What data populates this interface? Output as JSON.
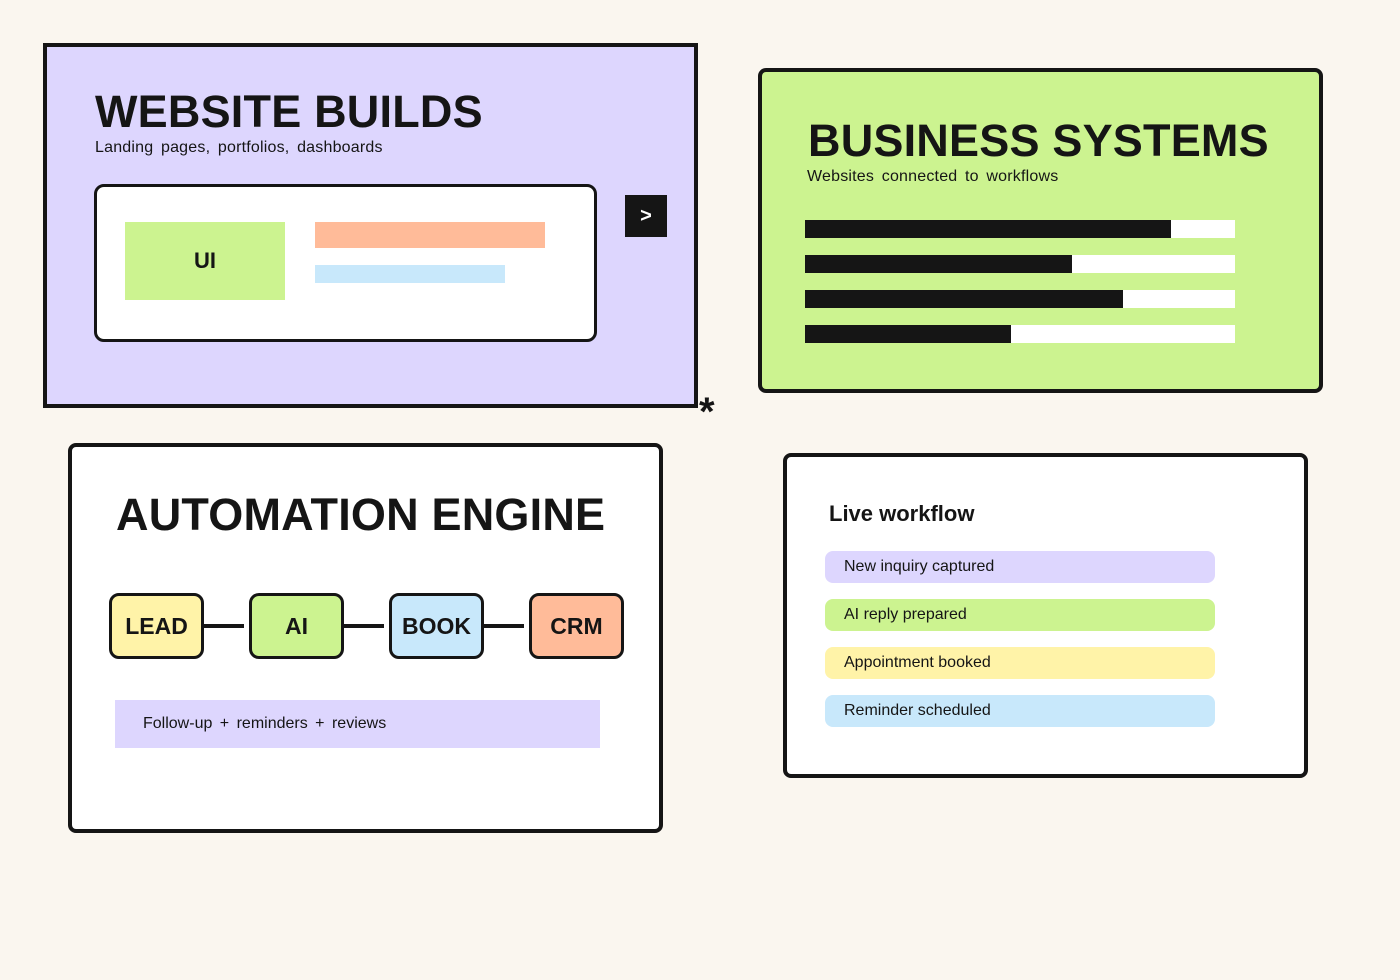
{
  "website_builds": {
    "title": "WEBSITE BUILDS",
    "subtitle": "Landing pages, portfolios, dashboards",
    "mockup": {
      "ui_label": "UI"
    },
    "next_label": ">",
    "accent_mark": "*",
    "colors": {
      "background": "#ddd6fe",
      "ui_block": "#ccf390",
      "peach_bar": "#ffbb99",
      "blue_bar": "#c8e8fb"
    }
  },
  "business_systems": {
    "title": "BUSINESS SYSTEMS",
    "subtitle": "Websites connected to workflows",
    "bar_levels_percent": [
      85,
      62,
      74,
      48
    ],
    "colors": {
      "background": "#ccf390",
      "fill": "#151515",
      "track": "#ffffff"
    }
  },
  "automation_engine": {
    "title": "AUTOMATION ENGINE",
    "pipeline": [
      {
        "label": "LEAD",
        "color": "#fff3a8"
      },
      {
        "label": "AI",
        "color": "#ccf390"
      },
      {
        "label": "BOOK",
        "color": "#c8e8fb"
      },
      {
        "label": "CRM",
        "color": "#ffbb99"
      }
    ],
    "footer": "Follow-up + reminders + reviews",
    "footer_color": "#ddd6fe"
  },
  "live_workflow": {
    "title": "Live workflow",
    "steps": [
      {
        "label": "New inquiry captured",
        "color": "#ddd6fe"
      },
      {
        "label": "AI reply prepared",
        "color": "#ccf390"
      },
      {
        "label": "Appointment booked",
        "color": "#fff3a8"
      },
      {
        "label": "Reminder scheduled",
        "color": "#c8e8fb"
      }
    ]
  }
}
